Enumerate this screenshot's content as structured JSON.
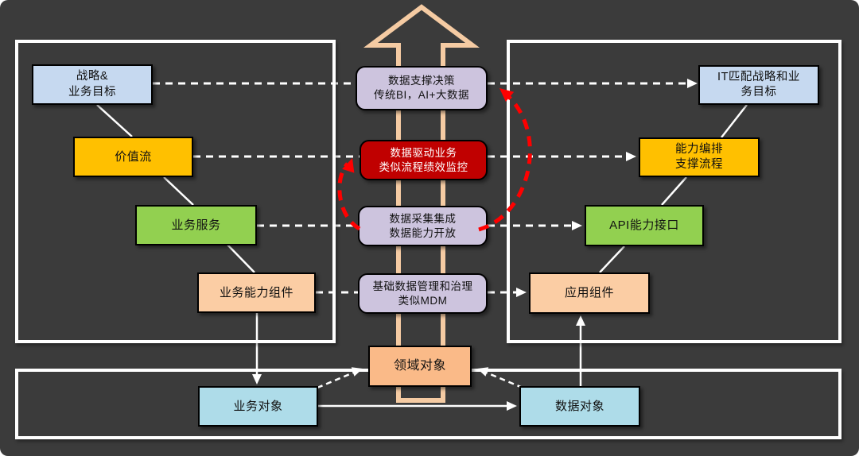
{
  "diagram": {
    "background_color": "#3B3B3B",
    "colors": {
      "panel_border": "#FFFFFF",
      "light_blue": "#C6D9F0",
      "yellow": "#FFC000",
      "green": "#92D050",
      "peach": "#FBCDA4",
      "orange": "#FABA88",
      "lavender": "#CDC4DE",
      "dark_red": "#C00000",
      "cyan_blue": "#AEDCE9",
      "big_arrow_outline": "#F5CBA3",
      "connector_white": "#FFFFFF",
      "annotation_red": "#FF0000"
    }
  },
  "left_panel": {
    "boxes": {
      "strategy_goals": {
        "line1": "战略&",
        "line2": "业务目标"
      },
      "value_stream": {
        "line1": "价值流"
      },
      "business_service": {
        "line1": "业务服务"
      },
      "business_capability": {
        "line1": "业务能力组件"
      }
    }
  },
  "center": {
    "boxes": {
      "data_decision": {
        "line1": "数据支撑决策",
        "line2": "传统BI，AI+大数据"
      },
      "data_driven": {
        "line1": "数据驱动业务",
        "line2": "类似流程绩效监控"
      },
      "data_collection": {
        "line1": "数据采集集成",
        "line2": "数据能力开放"
      },
      "master_data": {
        "line1": "基础数据管理和治理",
        "line2": "类似MDM"
      },
      "domain_object": {
        "line1": "领域对象"
      }
    }
  },
  "right_panel": {
    "boxes": {
      "it_match": {
        "line1": "IT匹配战略和业",
        "line2": "务目标"
      },
      "capability_orchestration": {
        "line1": "能力编排",
        "line2": "支撑流程"
      },
      "api_capability": {
        "line1": "API能力接口"
      },
      "app_component": {
        "line1": "应用组件"
      }
    }
  },
  "bottom_panel": {
    "boxes": {
      "business_object": {
        "line1": "业务对象"
      },
      "data_object": {
        "line1": "数据对象"
      }
    }
  }
}
